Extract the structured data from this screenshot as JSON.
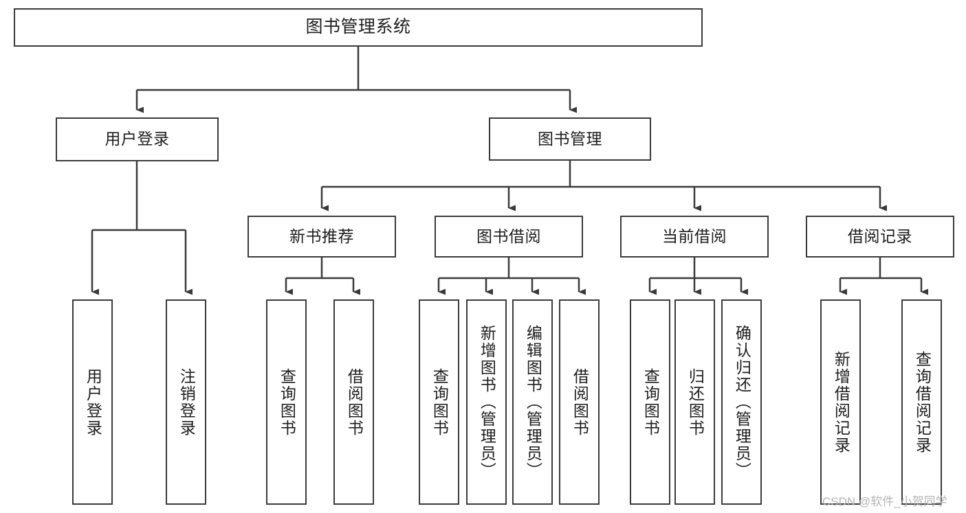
{
  "diagram": {
    "title": "图书管理系统",
    "type": "tree-hierarchy",
    "root": {
      "label": "图书管理系统"
    },
    "level1": [
      {
        "label": "用户登录"
      },
      {
        "label": "图书管理"
      }
    ],
    "level2": [
      {
        "label": "新书推荐"
      },
      {
        "label": "图书借阅"
      },
      {
        "label": "当前借阅"
      },
      {
        "label": "借阅记录"
      }
    ],
    "leaves": {
      "user_login": [
        {
          "label": "用户登录"
        },
        {
          "label": "注销登录"
        }
      ],
      "new_book_recommend": [
        {
          "label": "查询图书"
        },
        {
          "label": "借阅图书"
        }
      ],
      "book_borrow": [
        {
          "label": "查询图书"
        },
        {
          "label": "新增图书（管理员）"
        },
        {
          "label": "编辑图书（管理员）"
        },
        {
          "label": "借阅图书"
        }
      ],
      "current_borrow": [
        {
          "label": "查询图书"
        },
        {
          "label": "归还图书"
        },
        {
          "label": "确认归还（管理员）"
        }
      ],
      "borrow_record": [
        {
          "label": "新增借阅记录"
        },
        {
          "label": "查询借阅记录"
        }
      ]
    }
  },
  "watermark": {
    "text": "CSDN @软件_小贺同学"
  },
  "colors": {
    "stroke": "#3a3a3a",
    "background": "#ffffff",
    "text": "#1d1d1d",
    "watermark": "#b4b4b4"
  }
}
